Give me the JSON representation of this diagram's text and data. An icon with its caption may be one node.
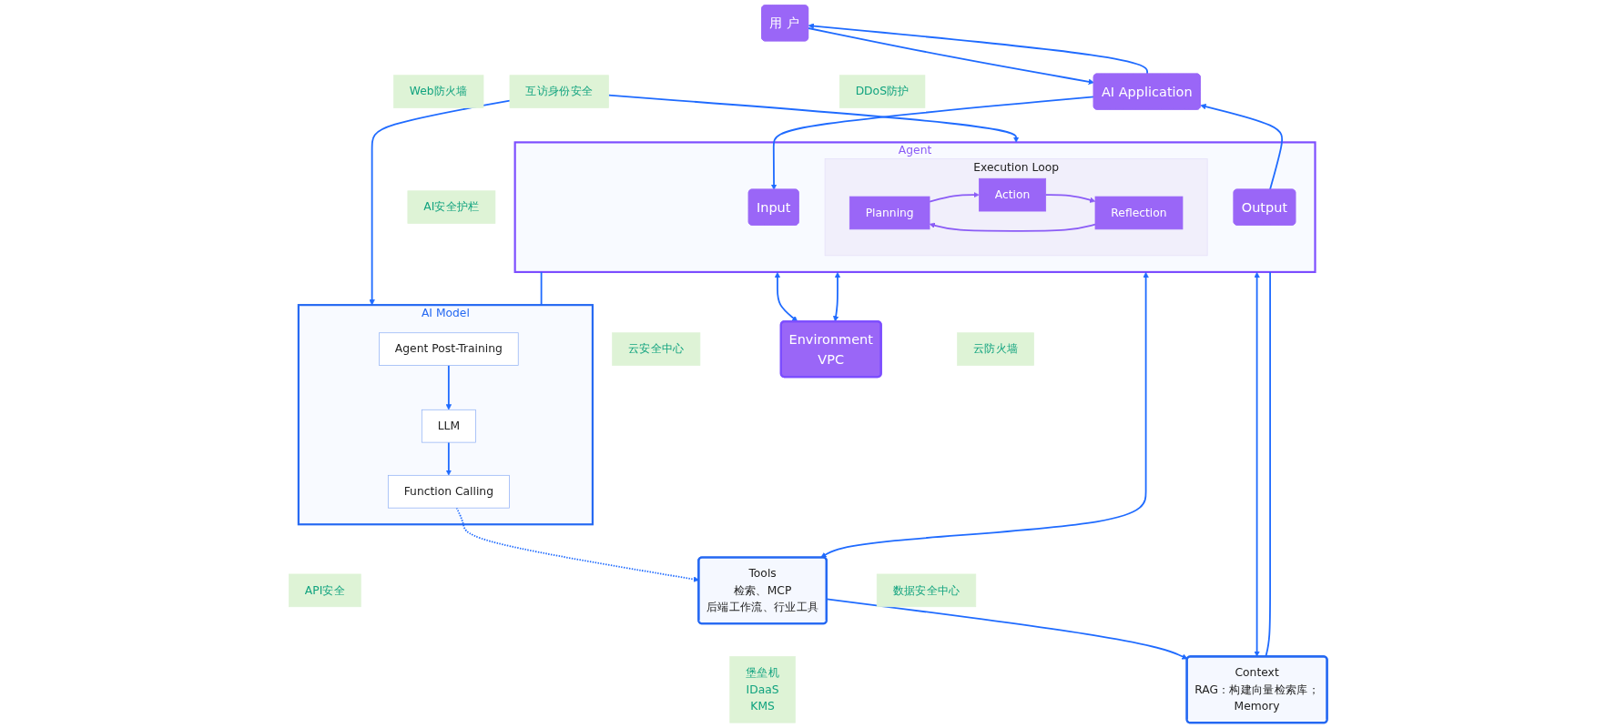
{
  "diagram": {
    "nodes": [
      {
        "text": [
          "用 户"
        ]
      },
      {
        "text": [
          "Web防火墙"
        ]
      },
      {
        "text": [
          "AI Application"
        ]
      },
      {
        "text": [
          "DDoS防护"
        ]
      },
      {
        "text": [
          "Context",
          "RAG：构建向量检索库；",
          "Memory"
        ]
      },
      {
        "text": [
          "Agent"
        ]
      },
      {
        "text": [
          "Input"
        ],
        "in": 5
      },
      {
        "text": [
          "Output"
        ],
        "in": 5
      },
      {
        "text": [
          "Execution Loop"
        ],
        "in": 5
      },
      {
        "text": [
          "Planning"
        ],
        "in": 8
      },
      {
        "text": [
          "Action"
        ],
        "in": 8
      },
      {
        "text": [
          "Reflection"
        ],
        "in": 8
      },
      {
        "text": [
          "互访身份安全"
        ]
      },
      {
        "text": [
          "AI Model"
        ]
      },
      {
        "text": [
          "Agent Post-Training"
        ],
        "in": 13
      },
      {
        "text": [
          "LLM"
        ],
        "in": 13
      },
      {
        "text": [
          "Function Calling"
        ],
        "in": 13
      },
      {
        "text": [
          "AI安全护栏"
        ]
      },
      {
        "text": [
          "堡垒机",
          "IDaaS",
          "KMS"
        ]
      },
      {
        "text": [
          "API安全"
        ]
      },
      {
        "text": [
          "Tools",
          "检索、MCP",
          "后端工作流、行业工具"
        ]
      },
      {
        "text": [
          "数据安全中心"
        ]
      },
      {
        "text": [
          "云安全中心"
        ]
      },
      {
        "text": [
          "Environment",
          "VPC"
        ]
      },
      {
        "text": [
          "云防火墙"
        ]
      }
    ],
    "edges": [
      {
        "from": 0,
        "to": 2,
        "arrow": "to"
      },
      {
        "from": 2,
        "to": 0,
        "arrow": "to"
      },
      {
        "from": 2,
        "to": 6,
        "arrow": "to"
      },
      {
        "from": 7,
        "to": 2,
        "arrow": "to"
      },
      {
        "from": 5,
        "to": 4,
        "arrow": "both"
      },
      {
        "from": 5,
        "to": 4,
        "arrow": "none"
      },
      {
        "from": 20,
        "to": 4,
        "arrow": "to"
      },
      {
        "from": 5,
        "to": 20,
        "arrow": "both"
      },
      {
        "from": 9,
        "to": 10,
        "arrow": "to",
        "color": "#8b5cf6"
      },
      {
        "from": 10,
        "to": 11,
        "arrow": "to",
        "color": "#8b5cf6"
      },
      {
        "from": 11,
        "to": 9,
        "arrow": "to",
        "color": "#8b5cf6"
      },
      {
        "from": 12,
        "to": 5,
        "arrow": "to"
      },
      {
        "from": 12,
        "to": 13,
        "arrow": "to"
      },
      {
        "from": 5,
        "to": 13,
        "arrow": "none"
      },
      {
        "from": 14,
        "to": 15,
        "arrow": "to"
      },
      {
        "from": 15,
        "to": 16,
        "arrow": "to"
      },
      {
        "from": 16,
        "to": 20,
        "arrow": "to",
        "style": "dashed"
      },
      {
        "from": 5,
        "to": 23,
        "arrow": "both"
      },
      {
        "from": 5,
        "to": 23,
        "arrow": "both"
      }
    ]
  }
}
